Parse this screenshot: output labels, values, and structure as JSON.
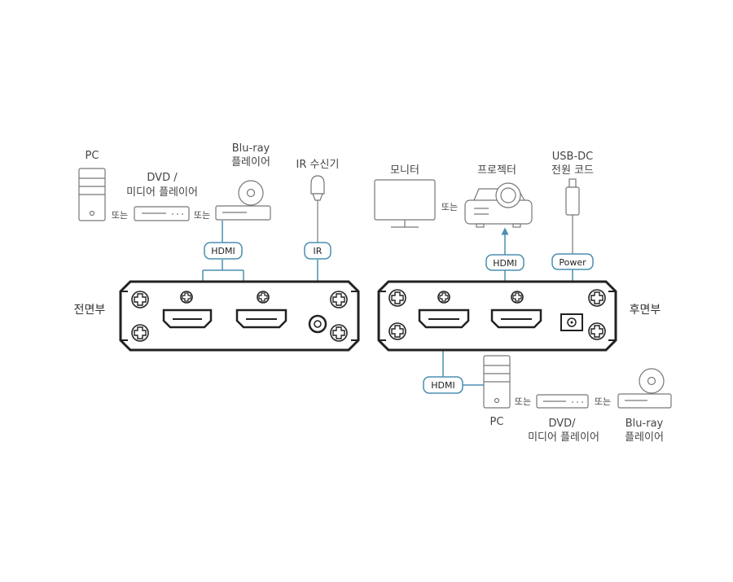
{
  "front": {
    "side_label": "전면부",
    "pc_label": "PC",
    "dvd_label_line1": "DVD /",
    "dvd_label_line2": "미디어 플레이어",
    "bluray_line1": "Blu-ray",
    "bluray_line2": "플레이어",
    "ir_label": "IR 수신기",
    "or1": "또는",
    "or2": "또는",
    "hdmi_tag": "HDMI",
    "ir_tag": "IR"
  },
  "rear": {
    "side_label": "후면부",
    "monitor_label": "모니터",
    "projector_label": "프로젝터",
    "or_projector": "또는",
    "usb_line1": "USB-DC",
    "usb_line2": "전원 코드",
    "hdmi_out_tag": "HDMI",
    "power_tag": "Power",
    "hdmi_in_tag": "HDMI",
    "pc_label": "PC",
    "dvd_line1": "DVD/",
    "dvd_line2": "미디어 플레이어",
    "bluray_line1": "Blu-ray",
    "bluray_line2": "플레이어",
    "or1": "또는",
    "or2": "또는"
  },
  "colors": {
    "accent": "#4a8fb0",
    "outline": "#222222",
    "device": "#777777"
  }
}
